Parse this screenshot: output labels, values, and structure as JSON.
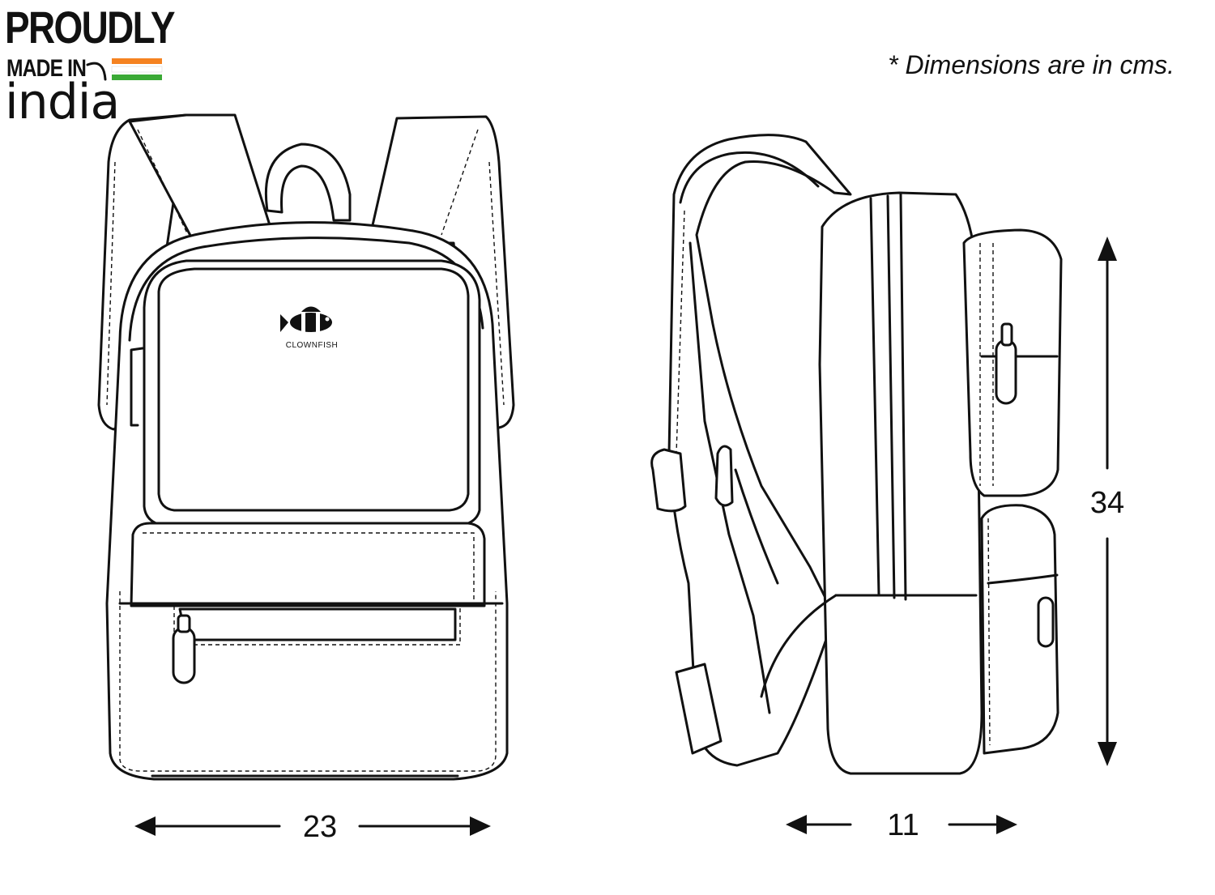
{
  "badge": {
    "line1": "PROUDLY",
    "line2": "MADE IN",
    "line3": "india",
    "flag_colors": [
      "#f58220",
      "#ffffff",
      "#3aa935"
    ]
  },
  "note": "* Dimensions are in cms.",
  "brand": {
    "name": "CLOWNFISH",
    "icon": "clownfish-logo-icon"
  },
  "dimensions": {
    "width": "23",
    "depth": "11",
    "height": "34"
  }
}
